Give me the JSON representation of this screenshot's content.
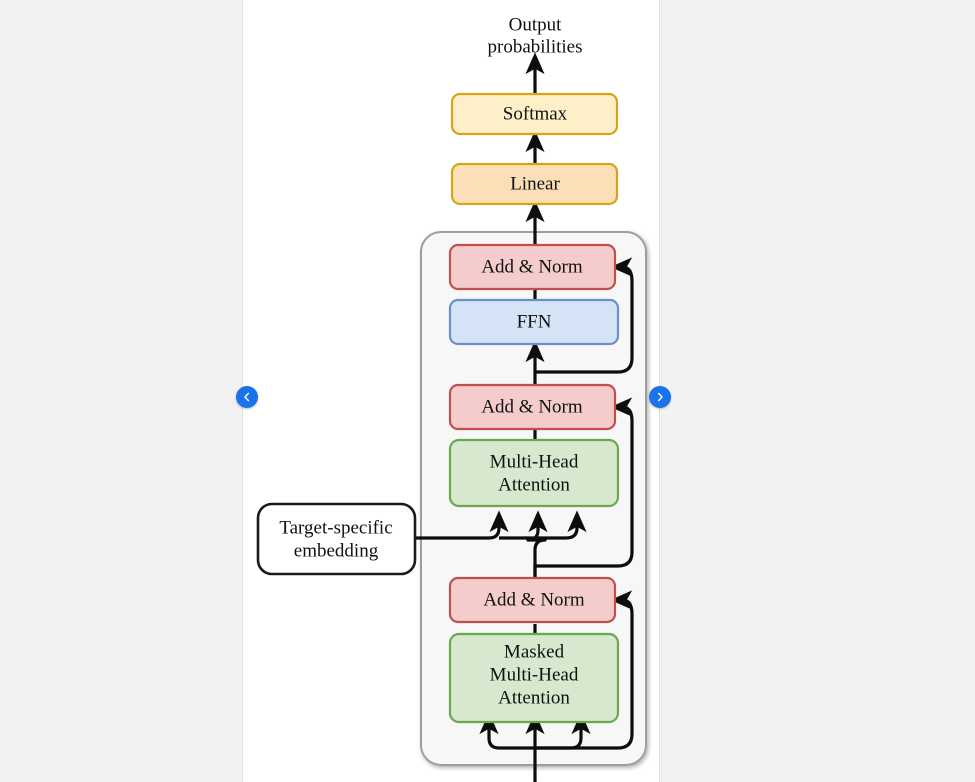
{
  "page": {
    "background_color": "#f2f2f2",
    "panel_color": "#ffffff"
  },
  "diagram": {
    "type": "transformer-decoder-architecture",
    "output_label_line1": "Output",
    "output_label_line2": "probabilities",
    "blocks": [
      {
        "id": "softmax",
        "label": "Softmax",
        "fill": "#fdf0c8",
        "stroke": "#d6a419"
      },
      {
        "id": "linear",
        "label": "Linear",
        "fill": "#fbdfb6",
        "stroke": "#d6a419"
      },
      {
        "id": "addnorm3",
        "label": "Add & Norm",
        "fill": "#f4cccc",
        "stroke": "#c0504d"
      },
      {
        "id": "ffn",
        "label": "FFN",
        "fill": "#d5e3f7",
        "stroke": "#6d8fc4"
      },
      {
        "id": "addnorm2",
        "label": "Add & Norm",
        "fill": "#f4cccc",
        "stroke": "#c0504d"
      },
      {
        "id": "crossattn",
        "label_line1": "Multi-Head",
        "label_line2": "Attention",
        "fill": "#d6e8cd",
        "stroke": "#6aa84f"
      },
      {
        "id": "addnorm1",
        "label": "Add & Norm",
        "fill": "#f4cccc",
        "stroke": "#c0504d"
      },
      {
        "id": "selfattn",
        "label_line1": "Masked",
        "label_line2": "Multi-Head",
        "label_line3": "Attention",
        "fill": "#d6e8cd",
        "stroke": "#6aa84f"
      },
      {
        "id": "embedding",
        "label_line1": "Target-specific",
        "label_line2": "embedding",
        "fill": "#ffffff",
        "stroke": "#1a1a1a"
      }
    ],
    "container": {
      "fill": "#f7f7f7",
      "stroke": "#9e9e9e"
    },
    "arrow_color": "#0d0d0d"
  },
  "controls": {
    "prev": {
      "icon": "chevron-left-icon",
      "color": "#1a73e8"
    },
    "next": {
      "icon": "chevron-right-icon",
      "color": "#1a73e8"
    }
  }
}
